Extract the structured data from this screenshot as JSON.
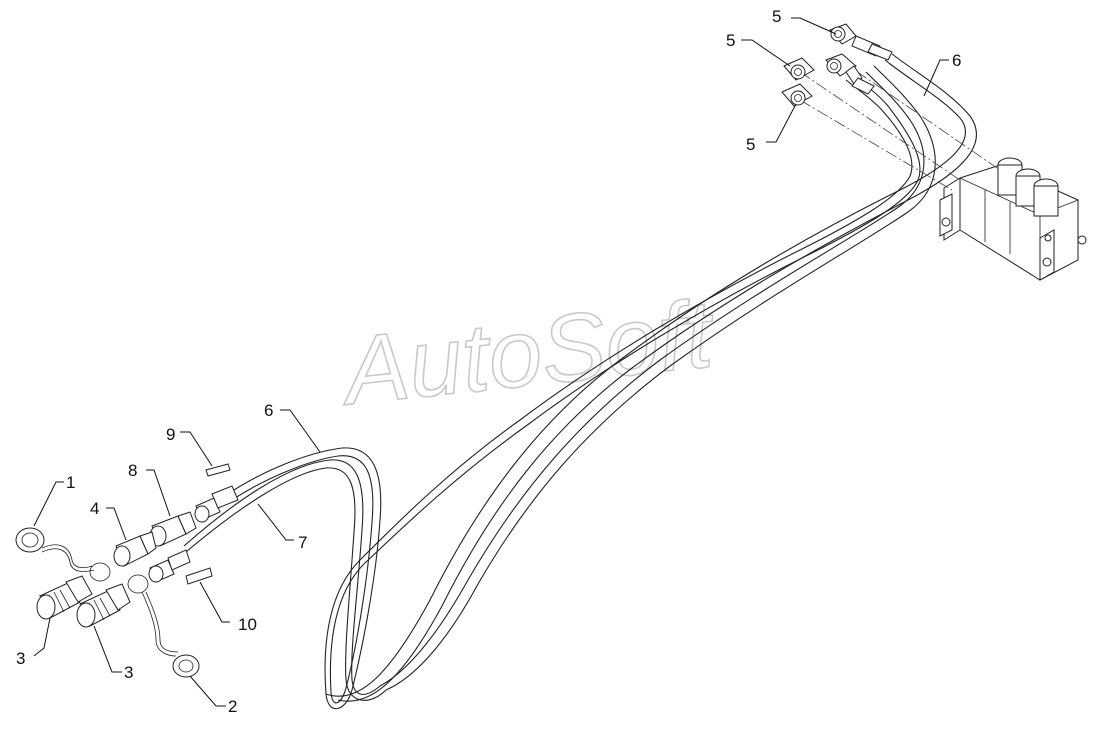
{
  "watermark": "AutoSoft",
  "labels": {
    "l1": "1",
    "l2": "2",
    "l3a": "3",
    "l3b": "3",
    "l4": "4",
    "l5a": "5",
    "l5b": "5",
    "l5c": "5",
    "l6a": "6",
    "l6b": "6",
    "l7": "7",
    "l8": "8",
    "l9": "9",
    "l10": "10"
  }
}
